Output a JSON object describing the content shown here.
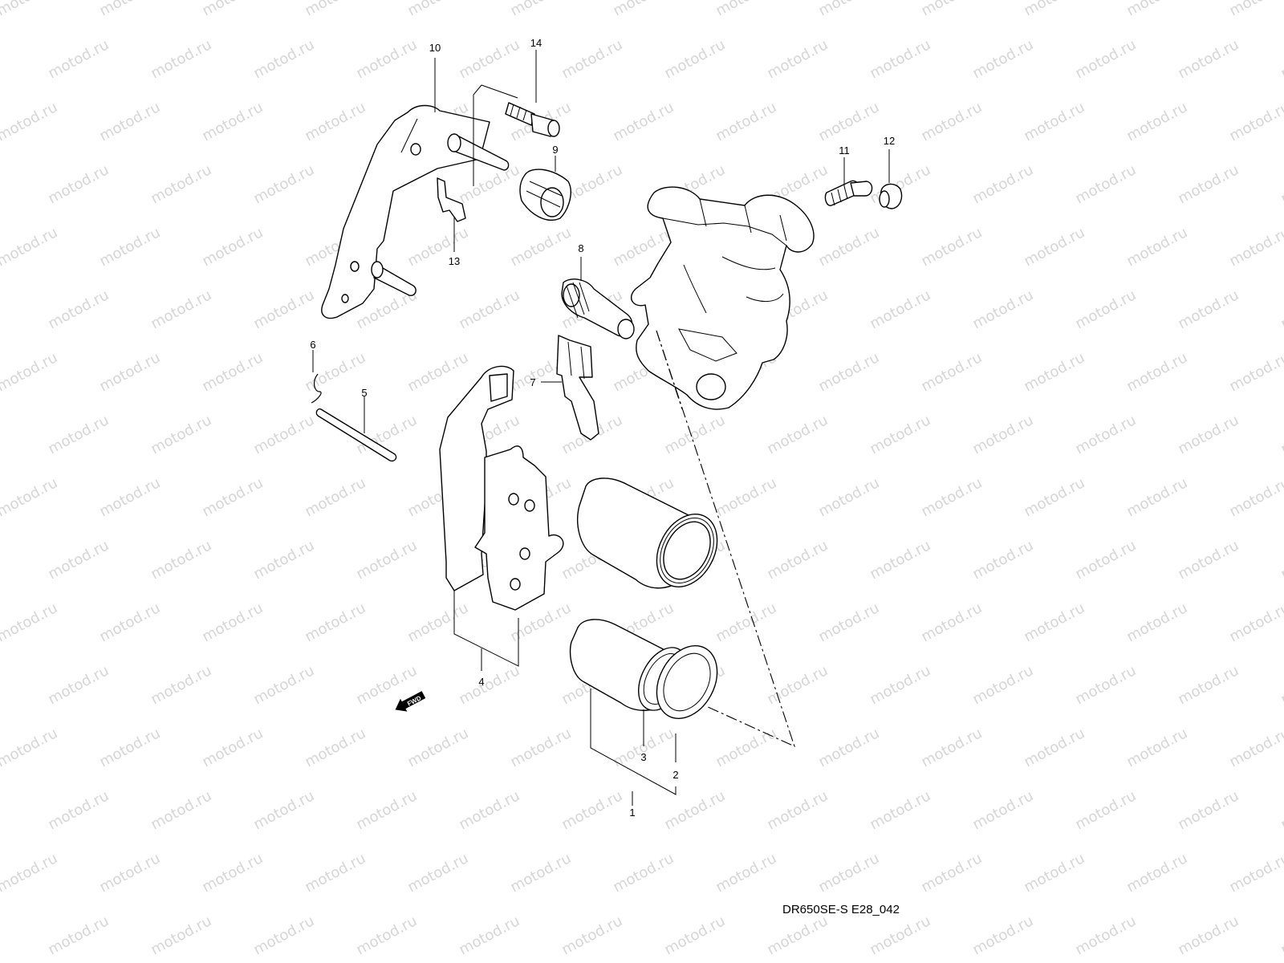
{
  "diagram": {
    "watermark": "motod.ru",
    "drawing_code": "DR650SE-S E28_042",
    "fwd_label": "FWD",
    "callouts": [
      "1",
      "2",
      "3",
      "4",
      "5",
      "6",
      "7",
      "8",
      "9",
      "10",
      "11",
      "12",
      "13",
      "14"
    ]
  }
}
